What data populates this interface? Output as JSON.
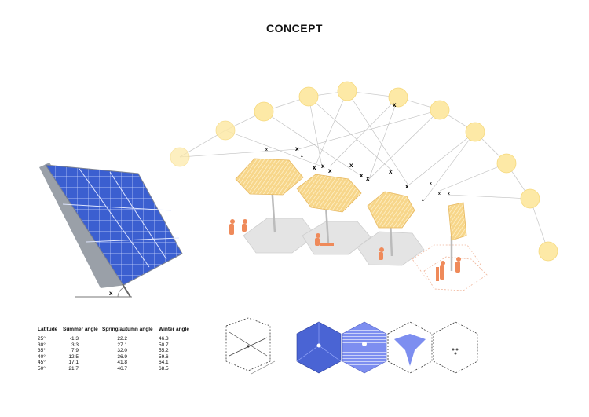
{
  "title": "CONCEPT",
  "panel_angle_label": "x",
  "tracker_marker": "x",
  "colors": {
    "sun": "#fde9a6",
    "sun_stroke": "#f6d97c",
    "panel_blue": "#3b5fd0",
    "canopy_yellow": "#f6d27c",
    "people_orange": "#ef8a5a",
    "hex_purple": "#6c7ee6"
  },
  "table": {
    "headers": [
      "Latitude",
      "Summer angle",
      "Spring/autumn angle",
      "Winter angle"
    ],
    "rows": [
      [
        "25°",
        "-1.3",
        "22.2",
        "46.3"
      ],
      [
        "30°",
        "3.3",
        "27.1",
        "50.7"
      ],
      [
        "35°",
        "7.9",
        "32.0",
        "55.2"
      ],
      [
        "40°",
        "12.5",
        "36.9",
        "59.6"
      ],
      [
        "45°",
        "17.1",
        "41.8",
        "64.1"
      ],
      [
        "50°",
        "21.7",
        "46.7",
        "68.5"
      ]
    ]
  },
  "hex_icons": [
    "geometry-hex",
    "solid-panel-hex",
    "striped-panel-hex",
    "tripod-hex",
    "empty-hex"
  ]
}
